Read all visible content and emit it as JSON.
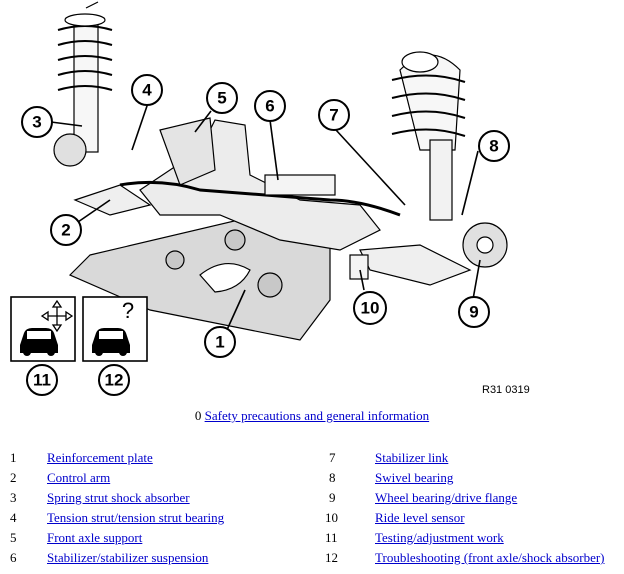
{
  "figure": {
    "code": "R31 0319",
    "callouts": [
      "1",
      "2",
      "3",
      "4",
      "5",
      "6",
      "7",
      "8",
      "9",
      "10",
      "11",
      "12"
    ]
  },
  "intro": {
    "number": "0",
    "link": "Safety precautions and general information"
  },
  "legend": {
    "left": [
      {
        "num": "1",
        "label": "Reinforcement plate"
      },
      {
        "num": "2",
        "label": "Control arm"
      },
      {
        "num": "3",
        "label": "Spring strut shock absorber"
      },
      {
        "num": "4",
        "label": "Tension strut/tension strut bearing"
      },
      {
        "num": "5",
        "label": "Front axle support"
      },
      {
        "num": "6",
        "label": "Stabilizer/stabilizer suspension"
      }
    ],
    "right": [
      {
        "num": "7",
        "label": "Stabilizer link"
      },
      {
        "num": "8",
        "label": "Swivel bearing"
      },
      {
        "num": "9",
        "label": "Wheel bearing/drive flange"
      },
      {
        "num": "10",
        "label": "Ride level sensor"
      },
      {
        "num": "11",
        "label": "Testing/adjustment work"
      },
      {
        "num": "12",
        "label": "Troubleshooting (front axle/shock absorber)"
      }
    ]
  }
}
